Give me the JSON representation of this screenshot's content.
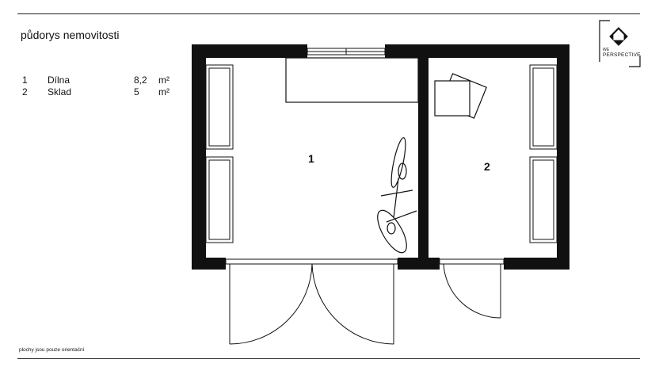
{
  "header": {
    "title": "půdorys nemovitosti"
  },
  "rooms": [
    {
      "no": "1",
      "name": "Dílna",
      "area": "8,2",
      "unit": "m²"
    },
    {
      "no": "2",
      "name": "Sklad",
      "area": "5",
      "unit": "m²"
    }
  ],
  "plan": {
    "room_1_label": "1",
    "room_2_label": "2",
    "wall_color": "#111111"
  },
  "logo": {
    "line1": "WE",
    "line2": "PERSPECTIVE"
  },
  "footer": {
    "note": "plochy jsou pouze orientační"
  }
}
